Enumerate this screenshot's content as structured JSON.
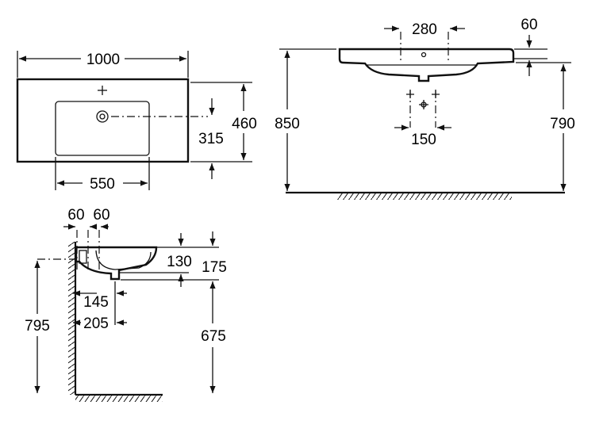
{
  "views": {
    "top": {
      "width": "1000",
      "bowl_width": "550",
      "depth": "460",
      "tap_to_back": "315"
    },
    "front": {
      "tap_holes_spacing": "280",
      "deck_height": "60",
      "floor_to_rim": "850",
      "floor_to_bowl": "790",
      "alt_holes_spacing": "150"
    },
    "side": {
      "wall_offset_a": "60",
      "wall_offset_b": "60",
      "bowl_depth": "130",
      "basin_height": "175",
      "drain_offset": "145",
      "drain_offset_2": "205",
      "floor_to_rim": "795",
      "floor_to_drain": "675"
    }
  },
  "colors": {
    "line": "#111111",
    "background": "#ffffff"
  }
}
